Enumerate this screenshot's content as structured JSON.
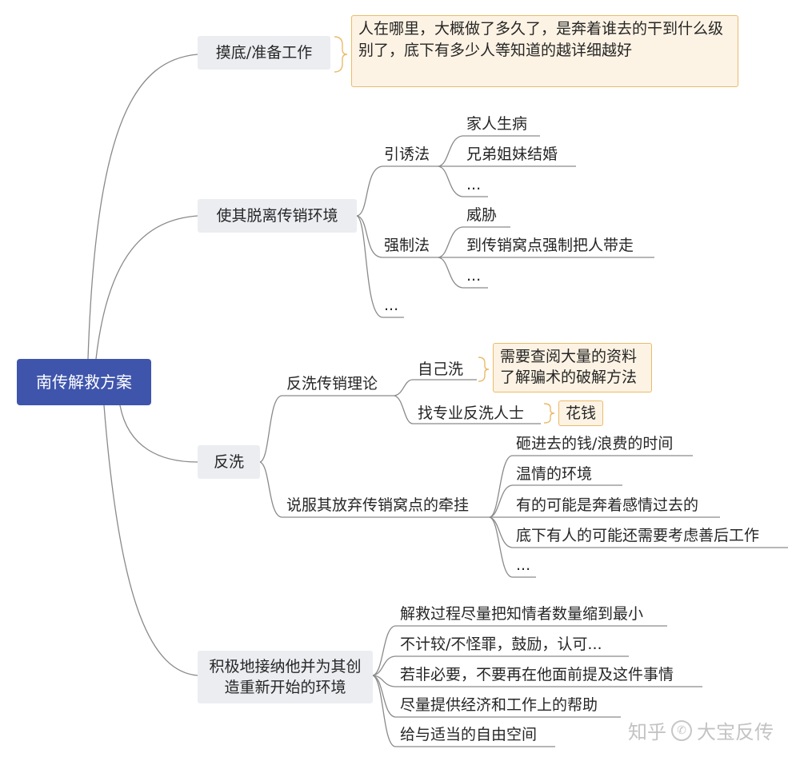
{
  "root": "南传解救方案",
  "branches": [
    {
      "label": "摸底/准备工作",
      "note": "人在哪里，大概做了多久了，是奔着谁去的干到什么级别了，底下有多少人等知道的越详细越好"
    },
    {
      "label": "使其脱离传销环境",
      "children": [
        {
          "label": "引诱法",
          "items": [
            "家人生病",
            "兄弟姐妹结婚",
            "..."
          ]
        },
        {
          "label": "强制法",
          "items": [
            "威胁",
            "到传销窝点强制把人带走",
            "..."
          ]
        },
        {
          "label": "..."
        }
      ]
    },
    {
      "label": "反洗",
      "children": [
        {
          "label": "反洗传销理论",
          "items": [
            {
              "label": "自己洗",
              "note": "需要查阅大量的资料了解骗术的破解方法"
            },
            {
              "label": "找专业反洗人士",
              "note": "花钱"
            }
          ]
        },
        {
          "label": "说服其放弃传销窝点的牵挂",
          "items": [
            "砸进去的钱/浪费的时间",
            "温情的环境",
            "有的可能是奔着感情过去的",
            "底下有人的可能还需要考虑善后工作",
            "..."
          ]
        }
      ]
    },
    {
      "label": "积极地接纳他并为其创造重新开始的环境",
      "items": [
        "解救过程尽量把知情者数量缩到最小",
        "不计较/不怪罪，鼓励，认可...",
        "若非必要，不要再在他面前提及这件事情",
        "尽量提供经济和工作上的帮助",
        "给与适当的自由空间"
      ]
    }
  ],
  "watermark": {
    "site": "知乎",
    "handle": "大宝反传",
    "icon": "wechat-logo-icon"
  },
  "colors": {
    "root_fill": "#3f55ac",
    "branch_fill": "#ebedf1",
    "note_fill": "#fdf3e4",
    "note_border": "#eabb6a",
    "line": "#8a8a8a"
  }
}
